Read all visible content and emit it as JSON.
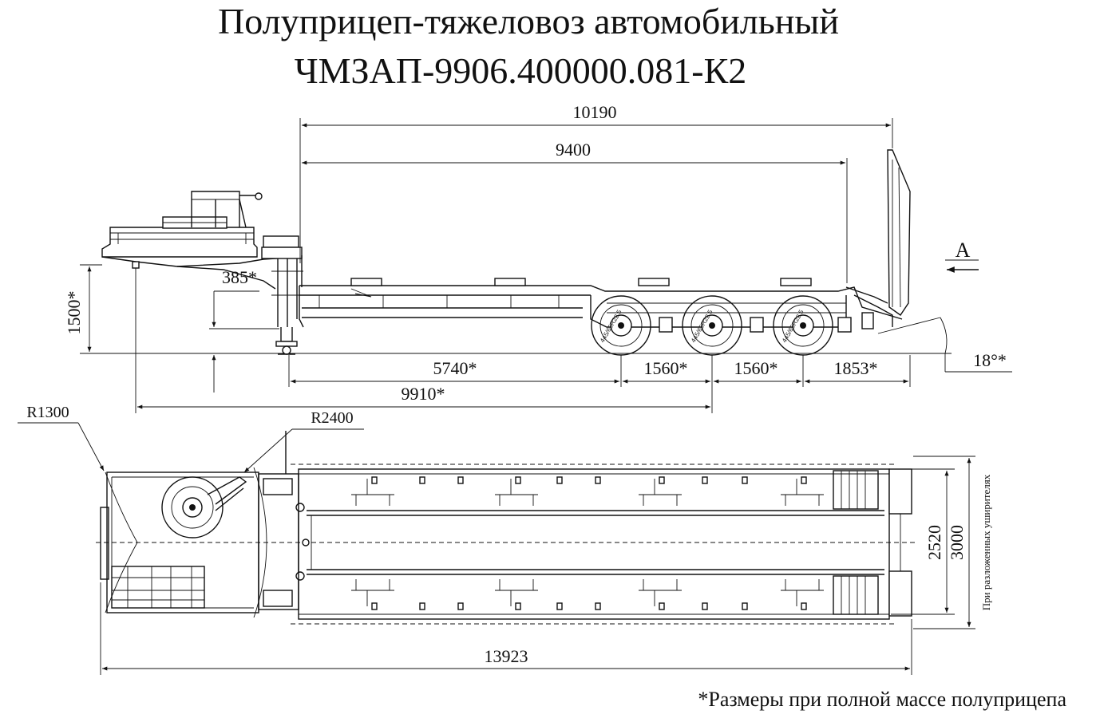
{
  "title": {
    "line1": "Полуприцеп-тяжеловоз автомобильный",
    "line2": "ЧМЗАП-9906.400000.081-К2"
  },
  "view_label": "А",
  "dimensions": {
    "total_length_side": "10190",
    "platform_length": "9400",
    "fifth_wheel_height": "1500*",
    "kingpin_offset": "385*",
    "kingpin_to_axle1": "5740*",
    "axle_spacing_1": "1560*",
    "axle_spacing_2": "1560*",
    "rear_overhang": "1853*",
    "ramp_angle": "18°*",
    "kingpin_to_center": "9910*",
    "front_radius": "R1300",
    "swing_radius": "R2400",
    "width_base": "2520",
    "width_extended": "3000",
    "total_length_top": "13923"
  },
  "width_note": "При разложенных уширителях",
  "tire_label": "445/65R22.5",
  "footnote": "*Размеры при полной массе полуприцепа"
}
